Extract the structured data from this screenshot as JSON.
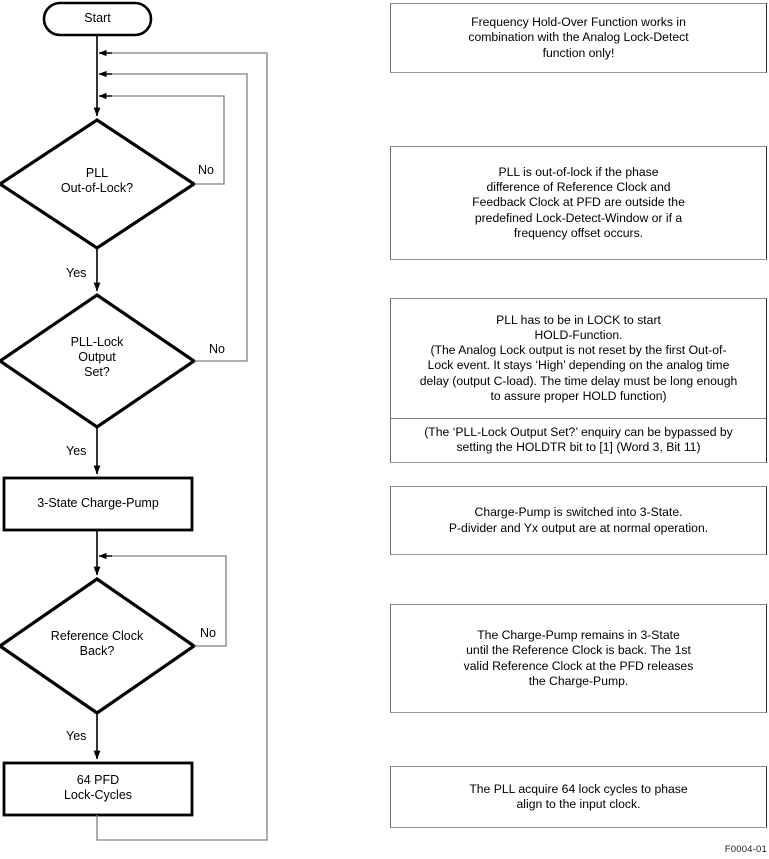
{
  "diagram": {
    "title_code": "F0004-01",
    "nodes": [
      {
        "id": "start",
        "shape": "terminator",
        "label": "Start"
      },
      {
        "id": "d1",
        "shape": "decision",
        "label": "PLL\nOut-of-Lock?"
      },
      {
        "id": "d2",
        "shape": "decision",
        "label": "PLL-Lock\nOutput\nSet?"
      },
      {
        "id": "p1",
        "shape": "process",
        "label": "3-State Charge-Pump"
      },
      {
        "id": "d3",
        "shape": "decision",
        "label": "Reference Clock\nBack?"
      },
      {
        "id": "p2",
        "shape": "process",
        "label": "64 PFD\nLock-Cycles"
      }
    ],
    "node_text": {
      "start": "Start",
      "d1_line1": "PLL",
      "d1_line2": "Out-of-Lock?",
      "d2_line1": "PLL-Lock",
      "d2_line2": "Output",
      "d2_line3": "Set?",
      "p1": "3-State Charge-Pump",
      "d3_line1": "Reference Clock",
      "d3_line2": "Back?",
      "p2_line1": "64 PFD",
      "p2_line2": "Lock-Cycles"
    },
    "edge_labels": {
      "d1_no": "No",
      "d1_yes": "Yes",
      "d2_no": "No",
      "d2_yes": "Yes",
      "d3_no": "No",
      "d3_yes": "Yes"
    },
    "edges": [
      {
        "from": "start",
        "to": "d1",
        "label": ""
      },
      {
        "from": "d1",
        "to": "d2",
        "label": "Yes"
      },
      {
        "from": "d1",
        "to": "d1",
        "label": "No"
      },
      {
        "from": "d2",
        "to": "p1",
        "label": "Yes"
      },
      {
        "from": "d2",
        "to": "d1",
        "label": "No"
      },
      {
        "from": "p1",
        "to": "d3",
        "label": ""
      },
      {
        "from": "d3",
        "to": "p2",
        "label": "Yes"
      },
      {
        "from": "d3",
        "to": "d3",
        "label": "No"
      },
      {
        "from": "p2",
        "to": "d1",
        "label": ""
      }
    ]
  },
  "callouts": [
    {
      "id": "callout-1",
      "lines": [
        "Frequency Hold-Over Function works in",
        "combination with the Analog Lock-Detect",
        "function only!"
      ]
    },
    {
      "id": "callout-2",
      "lines": [
        "PLL is out-of-lock if the phase",
        "difference of Reference Clock and",
        "Feedback Clock at PFD are outside the",
        "predefined Lock-Detect-Window or if a",
        "frequency offset occurs."
      ]
    },
    {
      "id": "callout-3",
      "lines": [
        "PLL has to be in LOCK to start",
        "HOLD-Function.",
        "(The Analog Lock output is not reset by the first Out-of-",
        "Lock event. It stays ‘High’ depending on the analog time",
        "delay (output C-load). The time delay must be long enough",
        "to assure proper HOLD function)"
      ],
      "note_lines": [
        "(The ‘PLL-Lock Output Set?’ enquiry can be bypassed by",
        "setting the HOLDTR bit to [1] (Word 3, Bit 11)"
      ]
    },
    {
      "id": "callout-4",
      "lines": [
        "Charge-Pump is switched into 3-State.",
        "P-divider and Yx output are at normal operation."
      ]
    },
    {
      "id": "callout-5",
      "lines": [
        "The Charge-Pump remains in 3-State",
        "until the Reference Clock is back. The 1st",
        "valid Reference Clock at the PFD releases",
        "the Charge-Pump."
      ]
    },
    {
      "id": "callout-6",
      "lines": [
        "The PLL acquire 64 lock cycles to phase",
        "align to the input clock."
      ]
    }
  ],
  "colors": {
    "shape_stroke": "#000000",
    "connector_stroke": "#000000",
    "loop_stroke": "#808080",
    "callout_border": "#8c8c8c",
    "background": "#ffffff"
  }
}
